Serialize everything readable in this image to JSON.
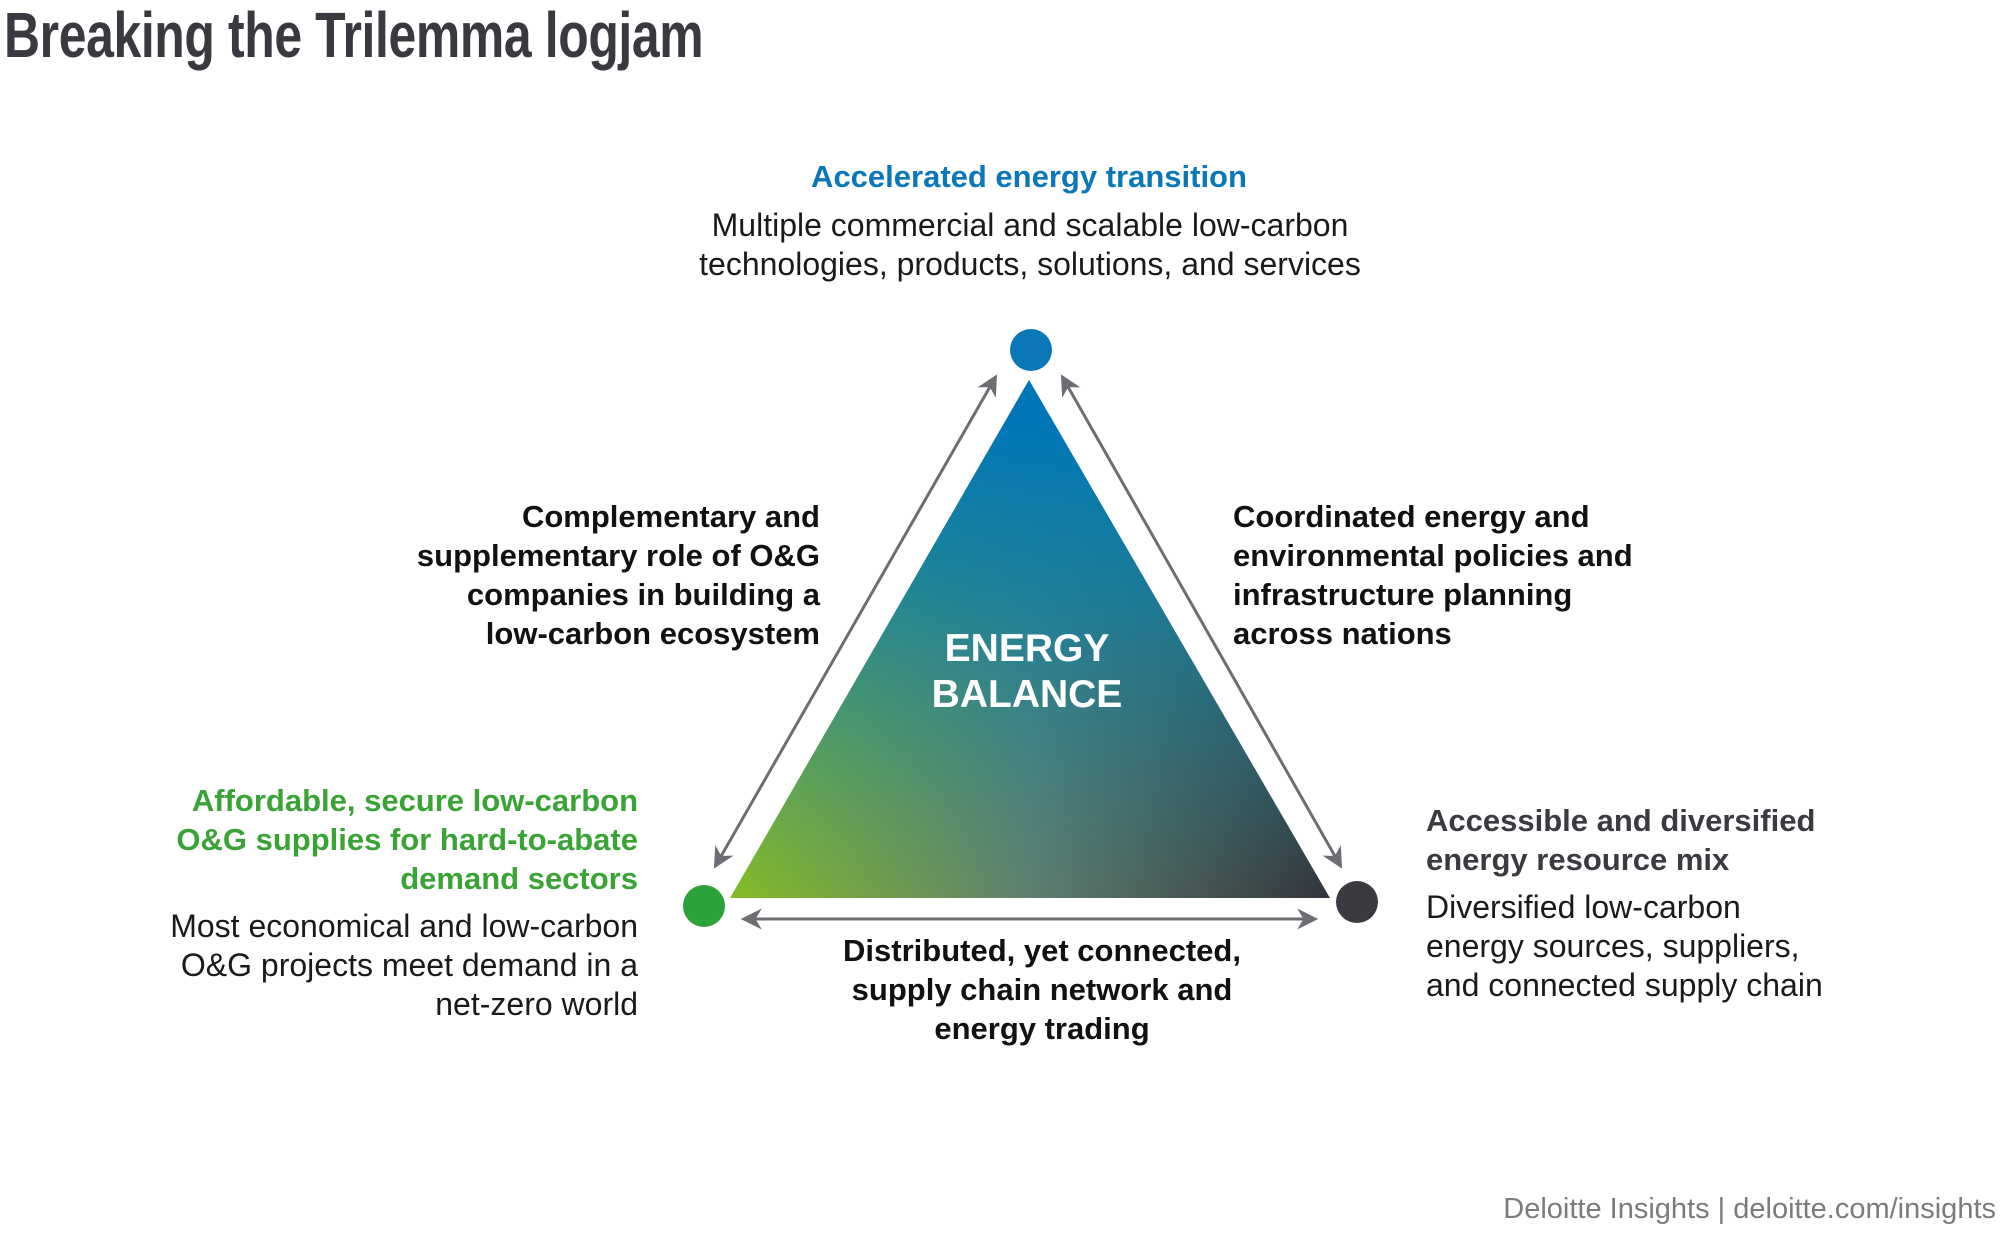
{
  "title": "Breaking the Trilemma logjam",
  "top_node": {
    "heading": "Accelerated energy transition",
    "description": [
      "Multiple commercial and scalable low-carbon",
      "technologies, products, solutions, and services"
    ]
  },
  "left_node": {
    "heading": [
      "Affordable, secure low-carbon",
      "O&G supplies for hard-to-abate",
      "demand sectors"
    ],
    "description": [
      "Most economical and low-carbon",
      "O&G projects meet demand in a",
      "net-zero world"
    ]
  },
  "right_node": {
    "heading": [
      "Accessible and diversified",
      "energy resource mix"
    ],
    "description": [
      "Diversified low-carbon",
      "energy sources, suppliers,",
      "and connected supply chain"
    ]
  },
  "left_edge_label": [
    "Complementary and",
    "supplementary role of O&G",
    "companies in building a",
    "low-carbon ecosystem"
  ],
  "right_edge_label": [
    "Coordinated energy and",
    "environmental policies and",
    "infrastructure planning",
    "across nations"
  ],
  "bottom_edge_label": [
    "Distributed, yet connected,",
    "supply chain network and",
    "energy trading"
  ],
  "center_label": [
    "ENERGY",
    "BALANCE"
  ],
  "footer": "Deloitte Insights | deloitte.com/insights",
  "colors": {
    "blue": "#0a78b8",
    "green": "#3aa335",
    "dark": "#3a3b40",
    "arrow": "#6d6e73",
    "lime": "#86bc25"
  }
}
